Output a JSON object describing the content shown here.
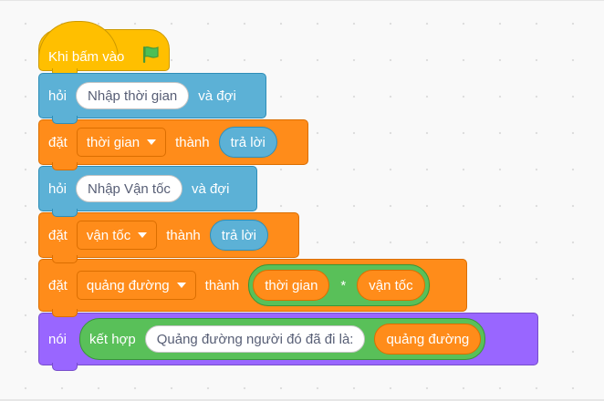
{
  "blocks": {
    "hat": {
      "label": "Khi bấm vào",
      "icon": "green-flag-icon",
      "color": "#FFBF00"
    },
    "ask1": {
      "label": "hỏi",
      "input": "Nhập thời gian",
      "suffix": "và đợi",
      "color": "#5CB1D6"
    },
    "set1": {
      "label": "đặt",
      "variable": "thời gian",
      "to": "thành",
      "value": "trả lời",
      "color": "#FF8C1A"
    },
    "ask2": {
      "label": "hỏi",
      "input": "Nhập Vận tốc",
      "suffix": "và đợi"
    },
    "set2": {
      "label": "đặt",
      "variable": "vận tốc",
      "to": "thành",
      "value": "trả lời"
    },
    "set3": {
      "label": "đặt",
      "variable": "quảng đường",
      "to": "thành",
      "op_left": "thời gian",
      "op_symbol": "*",
      "op_right": "vận tốc",
      "operator_color": "#59C059"
    },
    "say": {
      "label": "nói",
      "join": "kết hợp",
      "text": "Quảng đường người đó đã đi là:",
      "var": "quảng đường",
      "color": "#9966FF"
    }
  }
}
